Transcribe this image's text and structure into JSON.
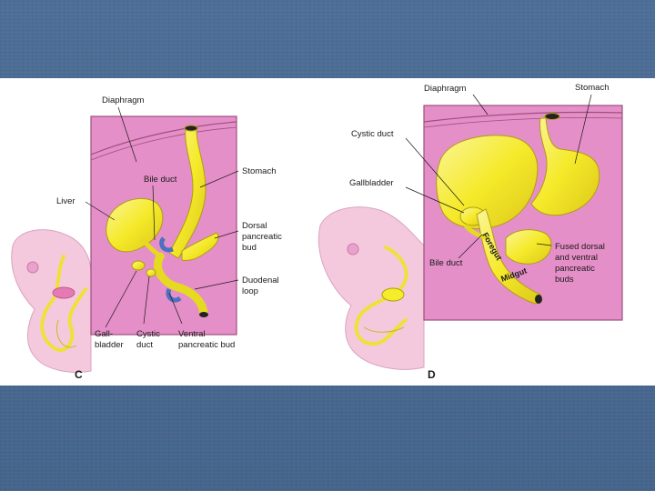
{
  "panel_c": {
    "letter": "C",
    "labels": {
      "diaphragm": "Diaphragm",
      "bile_duct": "Bile duct",
      "stomach": "Stomach",
      "liver": "Liver",
      "dorsal_1": "Dorsal",
      "dorsal_2": "pancreatic",
      "dorsal_3": "bud",
      "duodenal_1": "Duodenal",
      "duodenal_2": "loop",
      "gall_1": "Gall-",
      "gall_2": "bladder",
      "cystic_1": "Cystic",
      "cystic_2": "duct",
      "ventral_1": "Ventral",
      "ventral_2": "pancreatic bud"
    }
  },
  "panel_d": {
    "letter": "D",
    "labels": {
      "diaphragm": "Diaphragm",
      "stomach": "Stomach",
      "cystic_duct": "Cystic duct",
      "gallbladder": "Gallbladder",
      "bile_duct": "Bile duct",
      "foregut": "Foregut",
      "midgut": "Midgut",
      "fused_1": "Fused dorsal",
      "fused_2": "and ventral",
      "fused_3": "pancreatic",
      "fused_4": "buds"
    }
  },
  "colors": {
    "background": "#4a6a91",
    "panel": "#ffffff",
    "tissue": "#e58fc8",
    "organ": "#f5ec2a",
    "embryo": "#f4c9de",
    "pancreas_blue": "#4f6fbf"
  }
}
